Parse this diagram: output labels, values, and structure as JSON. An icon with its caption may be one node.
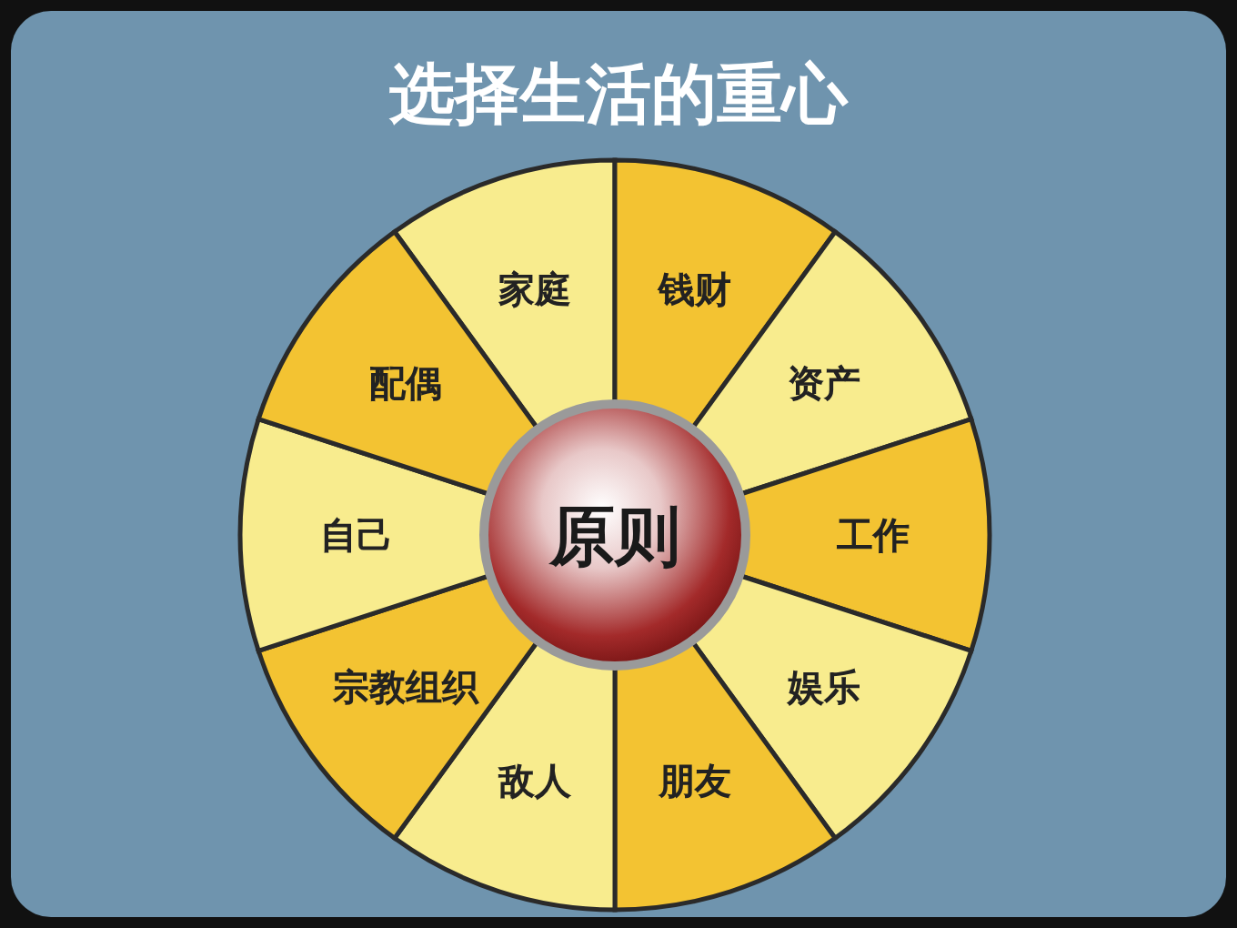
{
  "diagram": {
    "title": "选择生活的重心",
    "nodes": [
      {
        "text": [
          "家庭"
        ]
      },
      {
        "text": [
          "钱财"
        ]
      },
      {
        "text": [
          "资产"
        ]
      },
      {
        "text": [
          "工作"
        ]
      },
      {
        "text": [
          "娱乐"
        ]
      },
      {
        "text": [
          "朋友"
        ]
      },
      {
        "text": [
          "敌人"
        ]
      },
      {
        "text": [
          "宗教组织"
        ]
      },
      {
        "text": [
          "自己"
        ]
      },
      {
        "text": [
          "配偶"
        ]
      },
      {
        "text": [
          "原则"
        ]
      }
    ]
  }
}
